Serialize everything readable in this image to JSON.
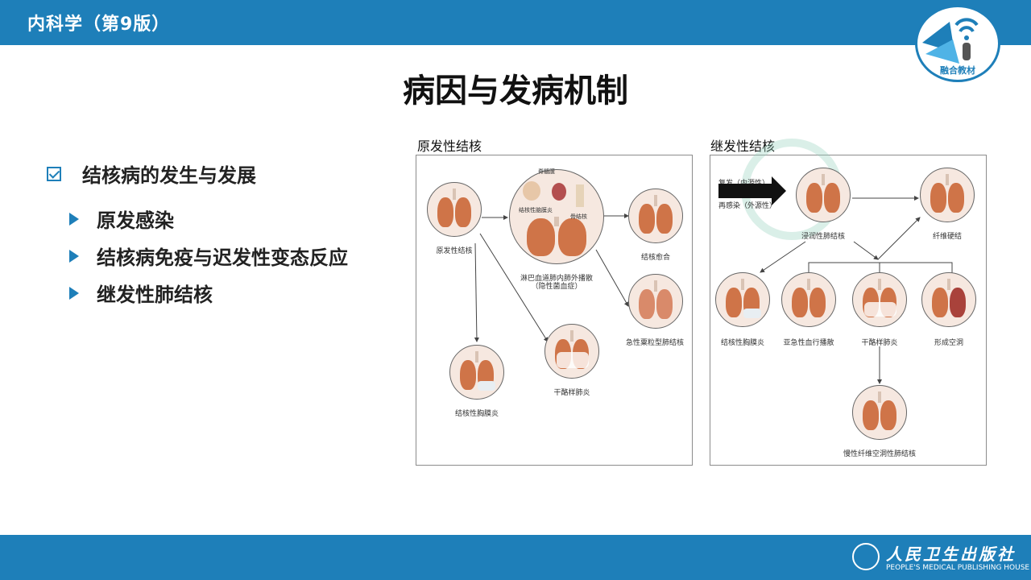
{
  "header": {
    "book_title": "内科学（第9版）",
    "badge_text": "融合教材"
  },
  "page_title": "病因与发病机制",
  "outline": {
    "main": "结核病的发生与发展",
    "subs": [
      "原发感染",
      "结核病免疫与迟发性变态反应",
      "继发性肺结核"
    ]
  },
  "figure_primary": {
    "label": "原发性结核",
    "captions": {
      "start": "原发性结核",
      "center": "淋巴血道肺内肺外播散",
      "center_sub": "（隐性菌血症）",
      "organ_brain": "脊髓膜",
      "organ_kidney": "结核性脑膜炎",
      "organ_bone": "骨结核",
      "heal": "结核愈合",
      "miliary": "急性粟粒型肺结核",
      "pleurisy": "结核性胸膜炎",
      "caseous": "干酪样肺炎"
    }
  },
  "figure_secondary": {
    "label": "继发性结核",
    "input1": "复发（内源性）",
    "input2": "再感染（外源性）",
    "captions": {
      "infiltrative": "浸润性肺结核",
      "fibrotic": "纤维硬结",
      "pleurisy": "结核性胸膜炎",
      "hematogenous": "亚急性血行播散",
      "caseous": "干酪样肺炎",
      "cavity": "形成空洞",
      "chronic": "慢性纤维空洞性肺结核"
    }
  },
  "footer": {
    "publisher_cn": "人民卫生出版社",
    "publisher_en": "PEOPLE'S MEDICAL PUBLISHING HOUSE"
  },
  "colors": {
    "accent": "#1e7fb9",
    "lung": "#cf7448"
  },
  "icons": [
    "checkbox-icon",
    "arrow-bullet-icon",
    "wifi-hand-icon",
    "publisher-logo-icon"
  ]
}
